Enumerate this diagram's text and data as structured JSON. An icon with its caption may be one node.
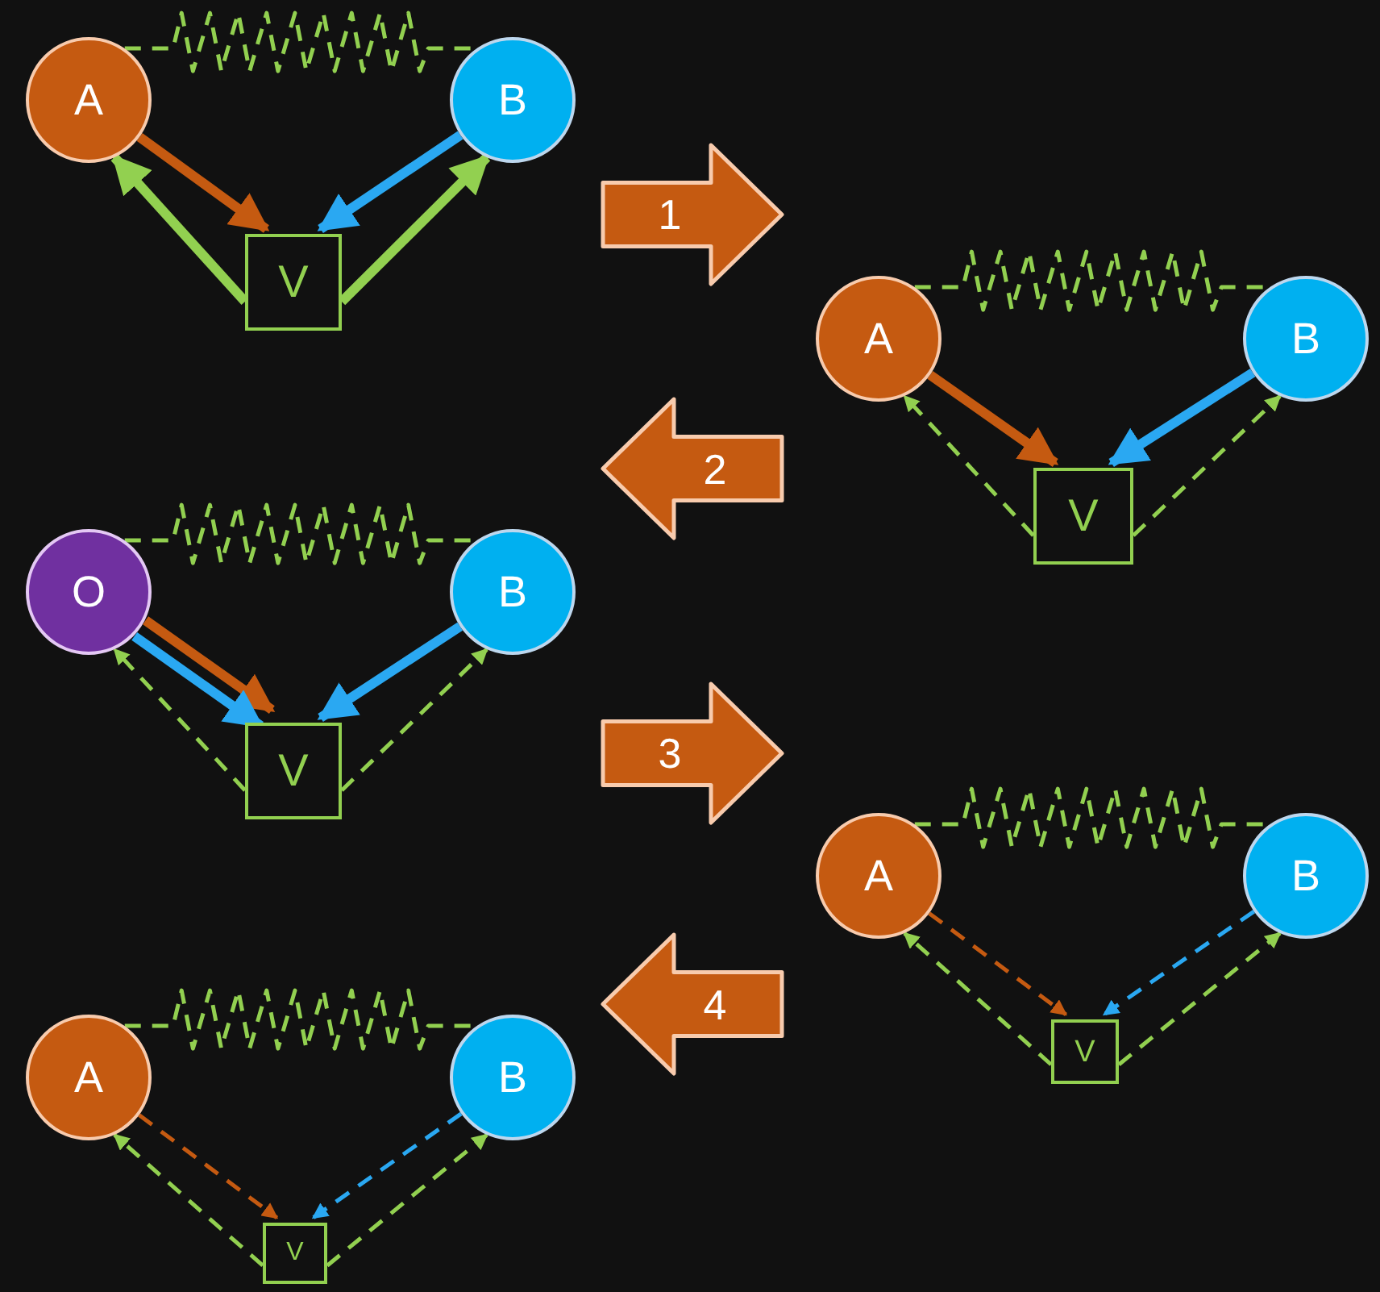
{
  "diagram": {
    "nodes": [
      {
        "text": [
          "A"
        ]
      },
      {
        "text": [
          "B"
        ]
      },
      {
        "text": [
          "V"
        ]
      },
      {
        "text": [
          "A"
        ]
      },
      {
        "text": [
          "B"
        ]
      },
      {
        "text": [
          "V"
        ]
      },
      {
        "text": [
          "O"
        ]
      },
      {
        "text": [
          "B"
        ]
      },
      {
        "text": [
          "V"
        ]
      },
      {
        "text": [
          "A"
        ]
      },
      {
        "text": [
          "B"
        ]
      },
      {
        "text": [
          "V"
        ]
      },
      {
        "text": [
          "A"
        ]
      },
      {
        "text": [
          "B"
        ]
      },
      {
        "text": [
          "V"
        ]
      }
    ],
    "edges": [
      {
        "from": 0,
        "to": 1,
        "arrow": "none",
        "style": "dashed"
      },
      {
        "from": 0,
        "to": 2,
        "arrow": "to",
        "style": "thick",
        "color": "#c55a11"
      },
      {
        "from": 1,
        "to": 2,
        "arrow": "to",
        "style": "thick",
        "color": "#2aa8f2"
      },
      {
        "from": 2,
        "to": 0,
        "arrow": "to",
        "style": "thick"
      },
      {
        "from": 2,
        "to": 1,
        "arrow": "to",
        "style": "thick"
      },
      {
        "from": 3,
        "to": 4,
        "arrow": "none",
        "style": "dashed"
      },
      {
        "from": 3,
        "to": 5,
        "arrow": "to",
        "style": "thick",
        "color": "#c55a11"
      },
      {
        "from": 4,
        "to": 5,
        "arrow": "to",
        "style": "thick",
        "color": "#2aa8f2"
      },
      {
        "from": 5,
        "to": 3,
        "arrow": "to",
        "style": "dashed"
      },
      {
        "from": 5,
        "to": 4,
        "arrow": "to",
        "style": "dashed"
      },
      {
        "from": 6,
        "to": 7,
        "arrow": "none",
        "style": "dashed"
      },
      {
        "from": 6,
        "to": 8,
        "arrow": "to",
        "style": "thick",
        "color": "#c55a11"
      },
      {
        "from": 6,
        "to": 8,
        "arrow": "to",
        "style": "thick",
        "color": "#2aa8f2"
      },
      {
        "from": 7,
        "to": 8,
        "arrow": "to",
        "style": "thick",
        "color": "#2aa8f2"
      },
      {
        "from": 8,
        "to": 6,
        "arrow": "to",
        "style": "dashed"
      },
      {
        "from": 8,
        "to": 7,
        "arrow": "to",
        "style": "dashed"
      },
      {
        "from": 9,
        "to": 10,
        "arrow": "none",
        "style": "dashed"
      },
      {
        "from": 9,
        "to": 11,
        "arrow": "to",
        "style": "dashed",
        "color": "#c55a11"
      },
      {
        "from": 10,
        "to": 11,
        "arrow": "to",
        "style": "dashed",
        "color": "#2aa8f2"
      },
      {
        "from": 11,
        "to": 9,
        "arrow": "to",
        "style": "dashed"
      },
      {
        "from": 11,
        "to": 10,
        "arrow": "to",
        "style": "dashed"
      },
      {
        "from": 12,
        "to": 13,
        "arrow": "none",
        "style": "dashed"
      },
      {
        "from": 12,
        "to": 14,
        "arrow": "to",
        "style": "dashed",
        "color": "#c55a11"
      },
      {
        "from": 13,
        "to": 14,
        "arrow": "to",
        "style": "dashed",
        "color": "#2aa8f2"
      },
      {
        "from": 14,
        "to": 12,
        "arrow": "to",
        "style": "dashed"
      },
      {
        "from": 14,
        "to": 13,
        "arrow": "to",
        "style": "dashed"
      },
      {
        "from": 1,
        "to": 3,
        "arrow": "to",
        "label": "1",
        "style": "thick",
        "color": "#c55a11"
      },
      {
        "from": 3,
        "to": 7,
        "arrow": "to",
        "label": "2",
        "style": "thick",
        "color": "#c55a11"
      },
      {
        "from": 7,
        "to": 9,
        "arrow": "to",
        "label": "3",
        "style": "thick",
        "color": "#c55a11"
      },
      {
        "from": 9,
        "to": 13,
        "arrow": "to",
        "label": "4",
        "style": "thick",
        "color": "#c55a11"
      }
    ]
  }
}
